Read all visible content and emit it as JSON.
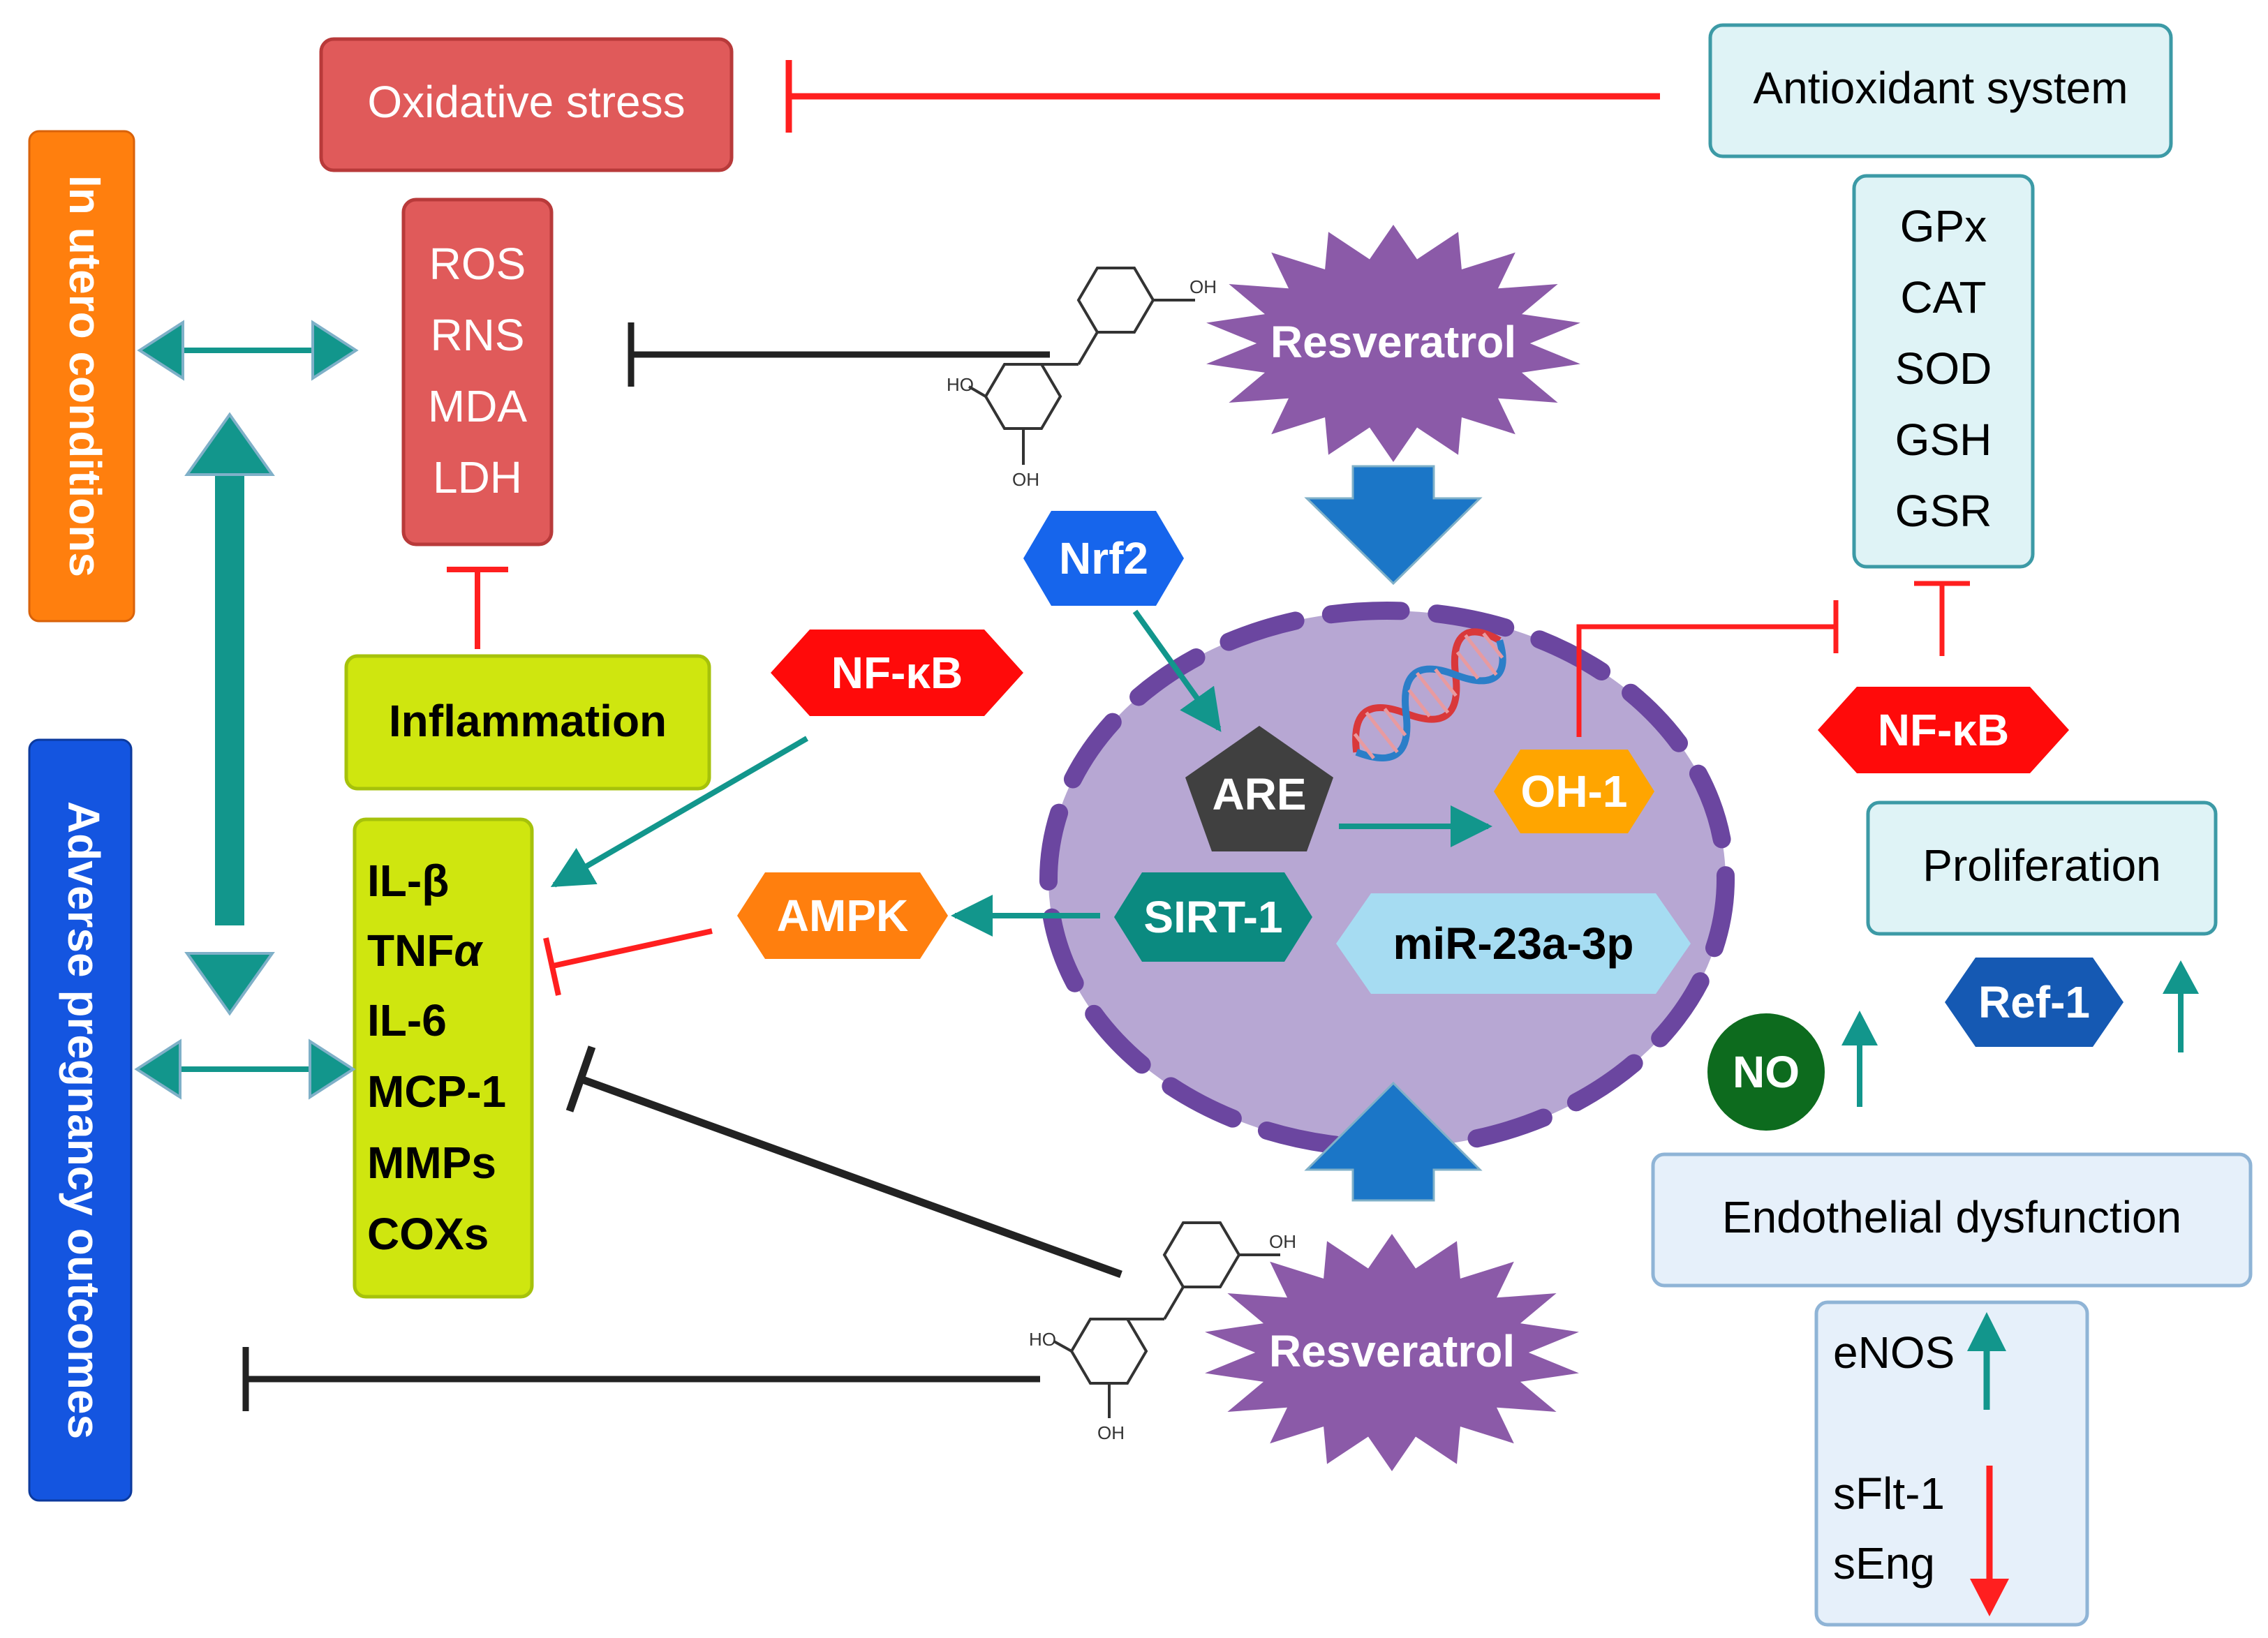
{
  "colors": {
    "red_box": "#e05a5a",
    "red_border": "#b83a3a",
    "orange": "#ff7f0e",
    "blue": "#1455e0",
    "lime": "#cfe60f",
    "light_blue_fill": "#dff3f6",
    "teal_border": "#3c9aa6",
    "purple": "#8b5aa8",
    "nucleus_fill": "#b7a7d3",
    "nucleus_border": "#6b46a0",
    "arrow_teal": "#12968c",
    "inhibit_red": "#ff1f1f",
    "inhibit_black": "#222222",
    "big_arrow": "#1b76c7",
    "nrf2": "#1665ec",
    "nfkb": "#ff0a0a",
    "are": "#404040",
    "oh1": "#ffa500",
    "ampk": "#ff7f0e",
    "sirt1": "#0b8a80",
    "mir": "#a6dcf2",
    "ref1": "#1559b3",
    "no": "#0d6b1e",
    "endo_fill": "#e6f0fa"
  },
  "side_labels": {
    "in_utero": "In utero conditions",
    "adverse": "Adverse pregnancy outcomes"
  },
  "oxidative": {
    "title": "Oxidative stress",
    "markers": [
      "ROS",
      "RNS",
      "MDA",
      "LDH"
    ]
  },
  "antioxidant": {
    "title": "Antioxidant system",
    "enzymes": [
      "GPx",
      "CAT",
      "SOD",
      "GSH",
      "GSR"
    ]
  },
  "inflammation": {
    "title": "Inflammation",
    "cytokines": [
      "IL-β",
      "TNF",
      "IL-6",
      "MCP-1",
      "MMPs",
      "COXs"
    ],
    "tnf_suffix": "α"
  },
  "resveratrol": {
    "top": "Resveratrol",
    "bottom": "Resveratrol",
    "oh_label": "OH",
    "ho_label": "HO"
  },
  "nucleus": {
    "nrf2": "Nrf2",
    "are": "ARE",
    "oh1": "OH-1",
    "sirt1": "SIRT-1",
    "mir": "miR-23a-3p"
  },
  "factors": {
    "nfkb_left": "NF-κB",
    "nfkb_right": "NF-κB",
    "ampk": "AMPK",
    "ref1": "Ref-1",
    "no": "NO"
  },
  "endothelial": {
    "proliferation": "Proliferation",
    "title": "Endothelial dysfunction",
    "enos": "eNOS",
    "sflt1": "sFlt-1",
    "seng": "sEng"
  }
}
